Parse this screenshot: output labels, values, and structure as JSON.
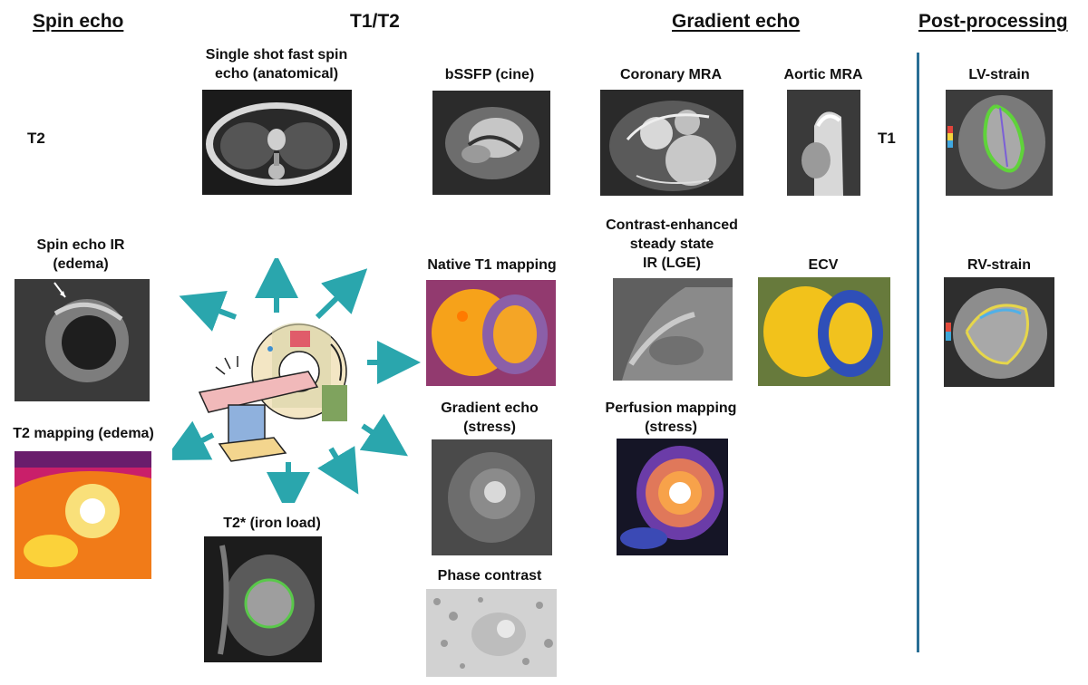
{
  "headers": {
    "spin_echo": "Spin echo",
    "t1_t2": "T1/T2",
    "gradient_echo": "Gradient echo",
    "post_processing": "Post-processing"
  },
  "side_labels": {
    "t2": "T2",
    "t1": "T1"
  },
  "panels": {
    "ssfse": "Single shot fast spin\necho (anatomical)",
    "bssfp": "bSSFP (cine)",
    "coronary_mra": "Coronary MRA",
    "aortic_mra": "Aortic MRA",
    "lv_strain": "LV-strain",
    "spin_echo_ir": "Spin echo IR\n(edema)",
    "native_t1": "Native T1 mapping",
    "lge": "Contrast-enhanced\nsteady state\nIR (LGE)",
    "ecv": "ECV",
    "rv_strain": "RV-strain",
    "t2_mapping": "T2 mapping (edema)",
    "gradient_echo_stress": "Gradient echo\n(stress)",
    "perfusion": "Perfusion mapping\n(stress)",
    "t2star": "T2* (iron load)",
    "phase_contrast": "Phase contrast"
  },
  "colors": {
    "arrow": "#2aa6ad",
    "divider": "#2a6f95",
    "scanner_table": "#f1b9ba",
    "scanner_base": "#f3d58e",
    "scanner_pillar": "#8fb1dd",
    "scanner_body": "#f3e6c4"
  }
}
